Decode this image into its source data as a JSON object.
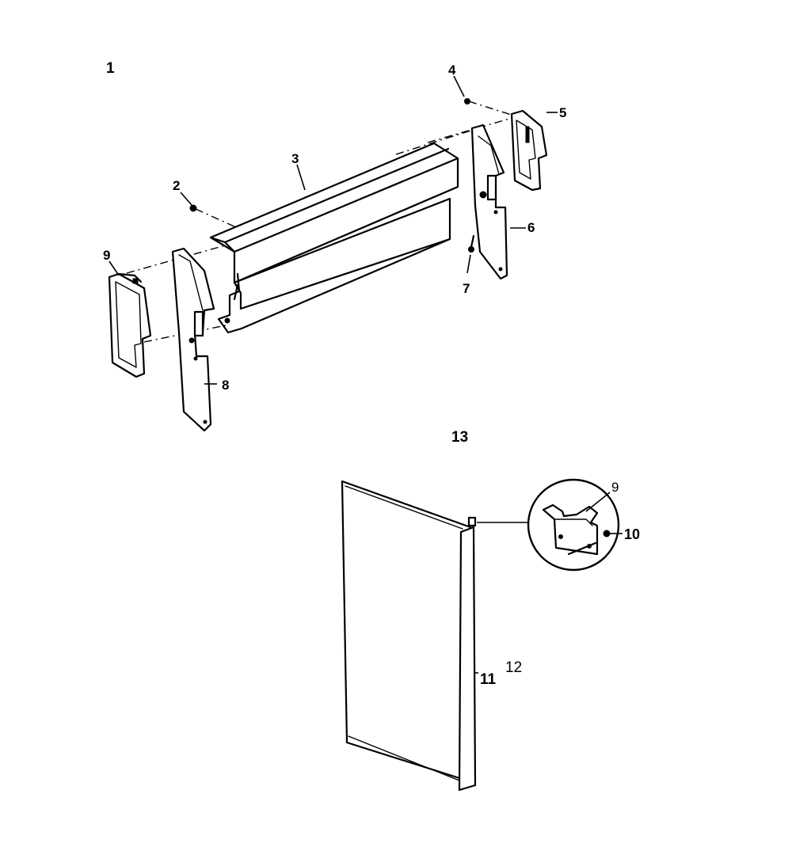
{
  "labels": {
    "l1": "1",
    "l2": "2",
    "l3": "3",
    "l4": "4",
    "l5": "5",
    "l6": "6",
    "l7": "7",
    "l8": "8",
    "l9a": "9",
    "l13": "13",
    "l9b": "9",
    "l10": "10",
    "l11": "11",
    "l12": "12"
  }
}
